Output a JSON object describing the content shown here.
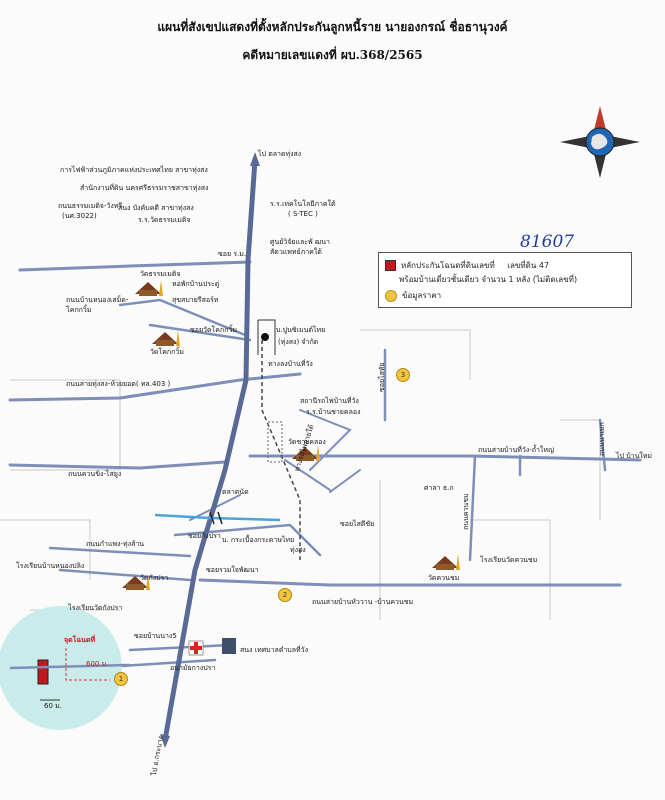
{
  "header": {
    "title": "แผนที่สังเขปแสดงที่ตั้งหลักประกันลูกหนี้ราย นายองกรณ์ ชื่อธานุวงค์",
    "case_no": "คดีหมายเลขแดงที่ ผบ.368/2565"
  },
  "handwritten_code": "81607",
  "legend": {
    "item1": "หลักประกันโฉนดที่ดินเลขที่",
    "item1_detail": "เลขที่ดิน 47",
    "item1_line2": "พร้อมบ้านเดี่ยวชั้นเดียว จำนวน 1 หลัง (ไม่ติดเลขที่)",
    "item2": "ข้อมูลราคา",
    "colors": {
      "collateral": "#c4161c",
      "price_data": "#f2c53d"
    }
  },
  "labels": {
    "to_market": "ไป ตลาดทุ่งสง",
    "pea": "การไฟฟ้าส่วนภูมิภาคแห่งประเทศไทย สาขาทุ่งสง",
    "land_office": "สำนักงานที่ดิน นครศรีธรรมราชสาขาทุ่งสง",
    "stec_school": "ร.ร.เทคโนโลยีภาคใต้",
    "stec": "( S-TEC )",
    "road_thamma": "ถนนธรรมเมติจ-วังหรี",
    "road_thamma2": "(นศ.3022)",
    "police": "สนง บังคับคดี สาขาทุ่งสง",
    "school_thamma": "ร.ร.วัดธรรมเมติจ",
    "research": "ศูนย์วิจัยและพั ฒนา",
    "research2": "สัตวแพทย์ภาคใต้",
    "soi": "ซอย ร.ม.",
    "wat_thamma": "วัดธรรมเมติจ",
    "wat_thamma_dorm": "หอพักบ้านประดู่",
    "health": "สุขสบายรีสอร์ท",
    "road_nongsamet": "ถนนบ้านหนองเสม็ด-",
    "road_nongsamet2": "โคกกวิ้ม",
    "soi_wat_kok": "ซอยวัดโคกกวิ้ม",
    "cement": "บ.ปูนซิเมนต์ไทย",
    "cement2": "(ทุ่งสง) จำกัด",
    "wat_kok": "วัดโคกกวิ้ม",
    "junction": "ทางลงบ้านที่วัง",
    "road_403": "ถนนสายทุ่งสง-ห้วยยอด( ทล.403 )",
    "railway_station": "สถานีรถไฟบ้านที่วัง",
    "school_chai": "ร.ร.บ้านชายคลอง",
    "road_thiwang": "ถนนสายบ้านที่วัง-ถ้ำใหญ่",
    "to_ban": "ไป บ้านใหม่",
    "road_kuan": "ถนนควนขิง-ไสยูง",
    "wat_chai": "วัดชายคลอง",
    "market": "ตลาดนัด",
    "railway": "ทางรถไฟสายใต้",
    "hall": "ศาลา ธ.ก",
    "soi_kasang": "ซอยกังปรา",
    "company": "บ. กระเบื้องกระดาษไทย",
    "company2": "ทุ่งสง",
    "road_koh": "ถนนกำแพง-ทุ่งส้าน",
    "school_nongpling": "โรงเรียนบ้านหนองปลิง",
    "wat_kang": "วัดกังปรา",
    "soi_ruam": "ซอยรวมใจพัฒนา",
    "road_huawan": "ถนนสายบ้านหัววาน -บ้านควนชม",
    "school_khuan": "โรงเรียนวัดควนชม",
    "wat_khuan": "วัดควนชม",
    "school_kang": "โรงเรียนวัดกังปรา",
    "soi_nangsri": "ซอยบ้านนาง5",
    "hospital": "อนามัยกางปรา",
    "admin": "สนง เทศบาลตำบลที่วัง",
    "collateral_lbl": "จุดโฉนดที่",
    "dist_600": "600 ม.",
    "dist_60": "60 ม.",
    "to_krabi": "ไป อ.กระบาง",
    "road_right": "ถนนควนชม",
    "soi_sai": "ซอยไสดีชัย",
    "soi_r": "ซอยไสทัย",
    "road_v": "ถนนนาเมก",
    "marker1": "1",
    "marker2": "2",
    "marker3": "3"
  }
}
